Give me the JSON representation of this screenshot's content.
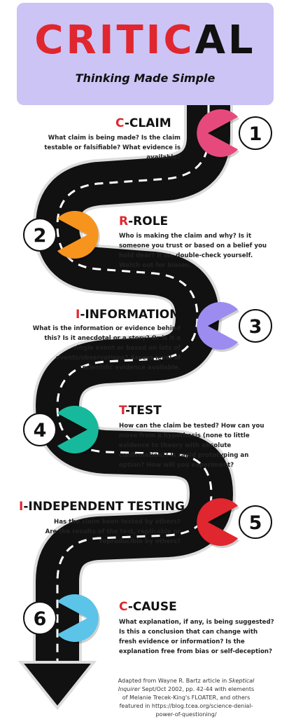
{
  "header": {
    "title_red": "CRITIC",
    "title_black": "AL",
    "subtitle": "Thinking Made Simple"
  },
  "steps": [
    {
      "number": "1",
      "letter": "C",
      "name": "-CLAIM",
      "color": "#e64a7d",
      "description": "What claim is being made? Is the claim testable or falsifiable? What evidence is available?"
    },
    {
      "number": "2",
      "letter": "R",
      "name": "-ROLE",
      "color": "#f7941d",
      "description": "Who is making the claim and why? Is it someone you trust or based on a belief you hold dear? If so, double-check yourself.  Watch out for biases."
    },
    {
      "number": "3",
      "letter": "I",
      "name": "-INFORMATION",
      "color": "#9c8cf0",
      "description": "What is the information or evidence behind this? Is it anecdotal or a story? Or is it a single event or based on lots of events/observations? Assess level of scientific evidence available."
    },
    {
      "number": "4",
      "letter": "T",
      "name": "-TEST",
      "color": "#17b99c",
      "description": "How can the claim be tested?  How can you move from a hypothesis (none to little evidence to theory with absolute confirmation)? Is rapid prototyping an option? How will you experiment?"
    },
    {
      "number": "5",
      "letter": "I",
      "name": "-INDEPENDENT TESTING",
      "color": "#e0262f",
      "description": "Has the claim been tested by others? Are the results of the test, replicable or reproducible by others?"
    },
    {
      "number": "6",
      "letter": "C",
      "name": "-CAUSE",
      "color": "#5bc4e8",
      "description": "What explanation, if any, is being suggested? Is this a conclusion that can change with fresh evidence or information? Is the explanation free from bias or self-deception?"
    }
  ],
  "credit": {
    "prefix": "Adapted from Wayne R. Bartz article in ",
    "journal": "Skeptical Inquirer",
    "suffix": " Sept/Oct 2002, pp. 42-44 with elements of Melanie Trecek-King's FLOATER, and others featured in https://blog.tcea.org/science-denial-power-of-questioning/"
  }
}
